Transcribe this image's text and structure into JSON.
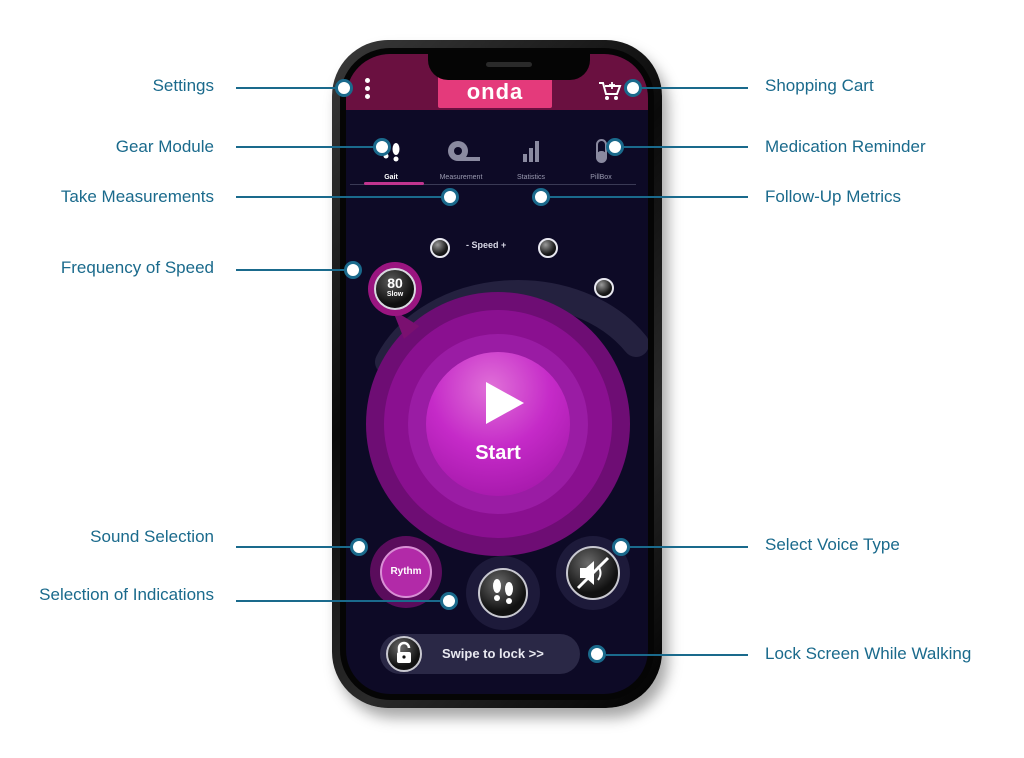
{
  "app": {
    "logo": "onda"
  },
  "tabs": [
    {
      "label": "Gait",
      "icon": "footprints-icon",
      "active": true
    },
    {
      "label": "Measurement",
      "icon": "tape-measure-icon",
      "active": false
    },
    {
      "label": "Statistics",
      "icon": "bar-chart-icon",
      "active": false
    },
    {
      "label": "PillBox",
      "icon": "pill-icon",
      "active": false
    }
  ],
  "speed": {
    "label": "- Speed +",
    "value": "80",
    "mode": "Slow"
  },
  "start": {
    "label": "Start"
  },
  "sound": {
    "label": "Rythm"
  },
  "lock": {
    "label": "Swipe to lock >>"
  },
  "callouts": {
    "settings": "Settings",
    "gear_module": "Gear Module",
    "take_measurements": "Take Measurements",
    "frequency_of_speed": "Frequency of Speed",
    "sound_selection": "Sound Selection",
    "selection_of_indications": "Selection of Indications",
    "shopping_cart": "Shopping Cart",
    "medication_reminder": "Medication Reminder",
    "follow_up_metrics": "Follow-Up Metrics",
    "select_voice_type": "Select Voice Type",
    "lock_screen": "Lock Screen While Walking"
  },
  "colors": {
    "callout": "#1a6a8c",
    "accent": "#c1358f",
    "screen_bg": "#0d0a26",
    "logo_bg": "#e43a7b"
  }
}
